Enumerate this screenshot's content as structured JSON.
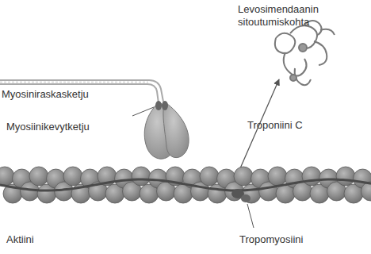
{
  "diagram": {
    "labels": [
      "Levosimendaanin sitoutumiskohta",
      "Myosiniraskasketju",
      "Myosiinikevytketju",
      "Troponiini C",
      "Aktiini",
      "Tropomyosiini"
    ]
  }
}
